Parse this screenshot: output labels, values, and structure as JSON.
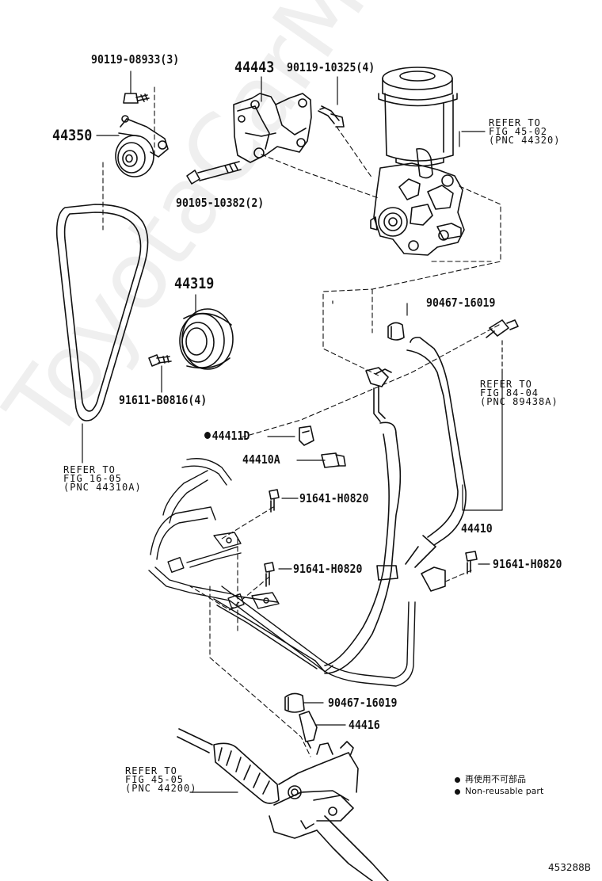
{
  "parts": {
    "p90119_08933": "90119-08933(3)",
    "p44443": "44443",
    "p90119_10325": "90119-10325(4)",
    "p44350": "44350",
    "p90105_10382": "90105-10382(2)",
    "p44319": "44319",
    "p90467_16019_top": "90467-16019",
    "p91611_b0816": "91611-B0816(4)",
    "p44411d": "44411D",
    "p44410a": "44410A",
    "p91641_h0820_a": "91641-H0820",
    "p91641_h0820_b": "91641-H0820",
    "p91641_h0820_c": "91641-H0820",
    "p44410": "44410",
    "p90467_16019_bottom": "90467-16019",
    "p44416": "44416"
  },
  "refs": {
    "fig45_02": "REFER TO\nFIG 45-02\n(PNC 44320)",
    "fig84_04": "REFER TO\nFIG 84-04\n(PNC 89438A)",
    "fig16_05": "REFER TO\nFIG 16-05\n(PNC 44310A)",
    "fig45_05": "REFER TO\nFIG 45-05\n(PNC 44200)"
  },
  "legend": {
    "line1": "再使用不可部品",
    "line2": "Non-reusable part"
  },
  "watermark": "ToyotaCarMire.ru",
  "diagram_code": "453288B"
}
